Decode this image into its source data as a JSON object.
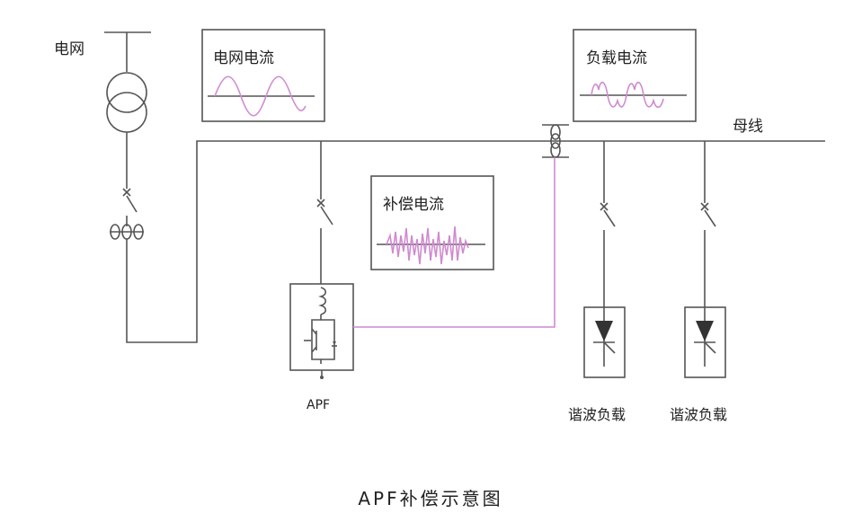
{
  "labels": {
    "grid": "电网",
    "grid_current": "电网电流",
    "load_current": "负载电流",
    "busbar": "母线",
    "compensation_current": "补偿电流",
    "apf": "APF",
    "harmonic_load_1": "谐波负载",
    "harmonic_load_2": "谐波负载",
    "caption": "APF补偿示意图"
  },
  "colors": {
    "line": "#555555",
    "signal": "#d08ad0",
    "text": "#222222"
  }
}
